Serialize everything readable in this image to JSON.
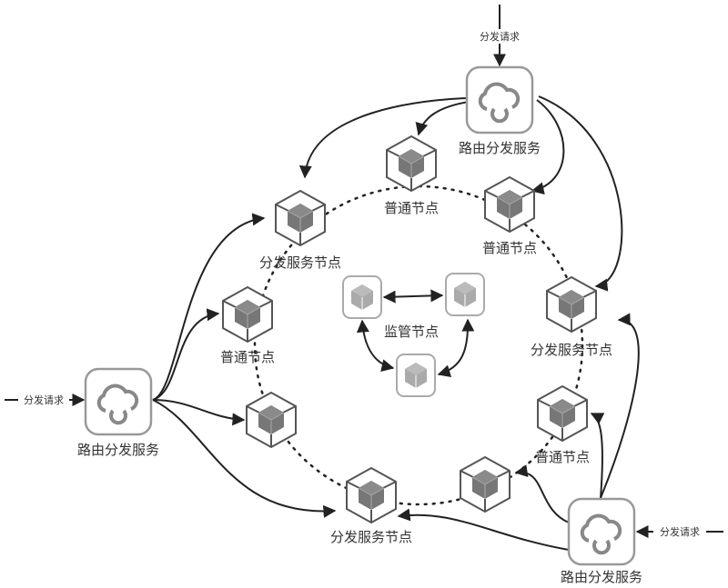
{
  "labels": {
    "router": "路由分发服务",
    "request": "分发请求",
    "dispatch_node": "分发服务节点",
    "normal_node": "普通节点",
    "monitor_node": "监管节点"
  },
  "routers": [
    {
      "id": "router-top",
      "label": "路由分发服务",
      "request_label": "分发请求"
    },
    {
      "id": "router-left",
      "label": "路由分发服务",
      "request_label": "分发请求"
    },
    {
      "id": "router-bottom-right",
      "label": "路由分发服务",
      "request_label": "分发请求"
    }
  ],
  "ring_nodes": [
    {
      "id": "normal-top",
      "type": "normal",
      "label": "普通节点"
    },
    {
      "id": "normal-top-right",
      "type": "normal",
      "label": "普通节点"
    },
    {
      "id": "dispatch-right",
      "type": "dispatch",
      "label": "分发服务节点"
    },
    {
      "id": "normal-right",
      "type": "normal",
      "label": "普通节点"
    },
    {
      "id": "normal-bottom-right",
      "type": "normal",
      "label": ""
    },
    {
      "id": "dispatch-bottom",
      "type": "dispatch",
      "label": "分发服务节点"
    },
    {
      "id": "normal-left-bottom",
      "type": "normal",
      "label": ""
    },
    {
      "id": "normal-left",
      "type": "normal",
      "label": "普通节点"
    },
    {
      "id": "dispatch-top-left",
      "type": "dispatch",
      "label": "分发服务节点"
    }
  ],
  "monitor": {
    "label": "监管节点",
    "nodes": [
      "monitor-left",
      "monitor-right",
      "monitor-bottom"
    ]
  }
}
